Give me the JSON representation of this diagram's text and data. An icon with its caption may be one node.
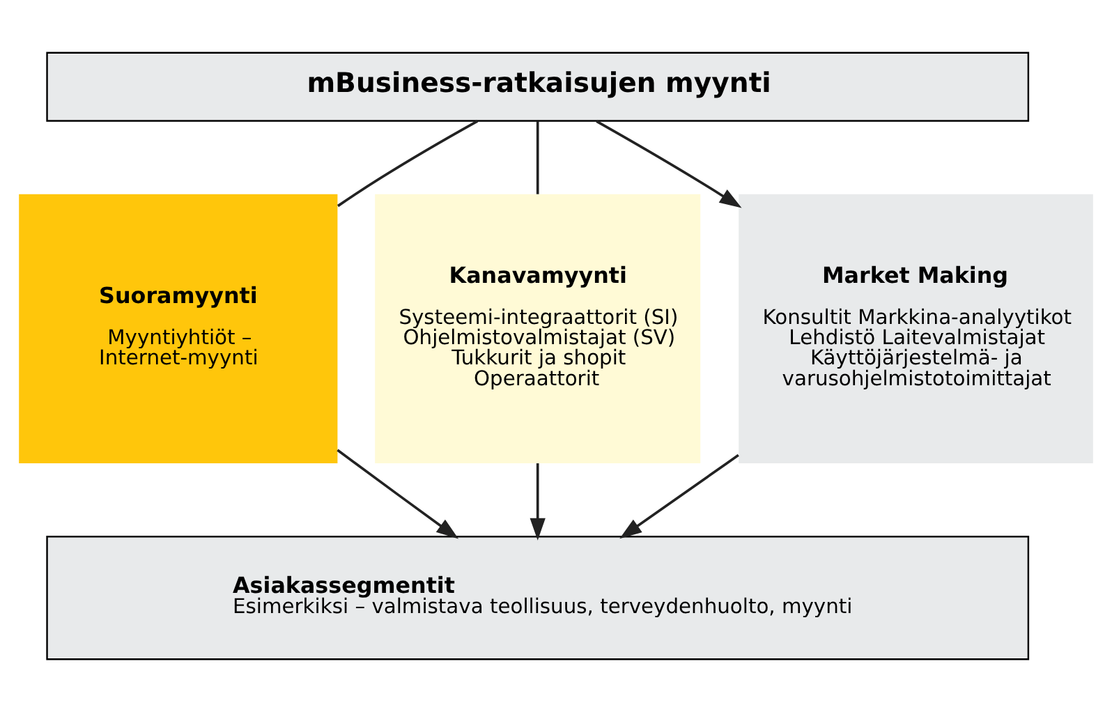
{
  "diagram": {
    "nodes": [
      {
        "text": [
          "mBusiness-ratkaisujen myynti"
        ]
      },
      {
        "text": [
          "Suoramyynti",
          "Myyntiyhtiöt – Internet-myynti"
        ]
      },
      {
        "text": [
          "Kanavamyynti",
          "Systeemi-integraattorit (SI) Ohjelmistovalmistajat (SV) Tukkurit ja shopit Operaattorit"
        ]
      },
      {
        "text": [
          "Market Making",
          "Konsultit Markkina-analyytikot Lehdistö Laitevalmistajat Käyttöjärjestelmä- ja varusohjelmistotoimittajat"
        ]
      },
      {
        "text": [
          "Asiakassegmentit",
          "Esimerkiksi – valmistava teollisuus, terveydenhuolto, myynti"
        ]
      }
    ],
    "edges": [
      {
        "from": 0,
        "to": 1,
        "arrow": "none"
      },
      {
        "from": 0,
        "to": 2,
        "arrow": "none"
      },
      {
        "from": 0,
        "to": 3,
        "arrow": "to"
      },
      {
        "from": 1,
        "to": 4,
        "arrow": "to"
      },
      {
        "from": 2,
        "to": 4,
        "arrow": "to"
      },
      {
        "from": 3,
        "to": 4,
        "arrow": "to"
      }
    ]
  }
}
